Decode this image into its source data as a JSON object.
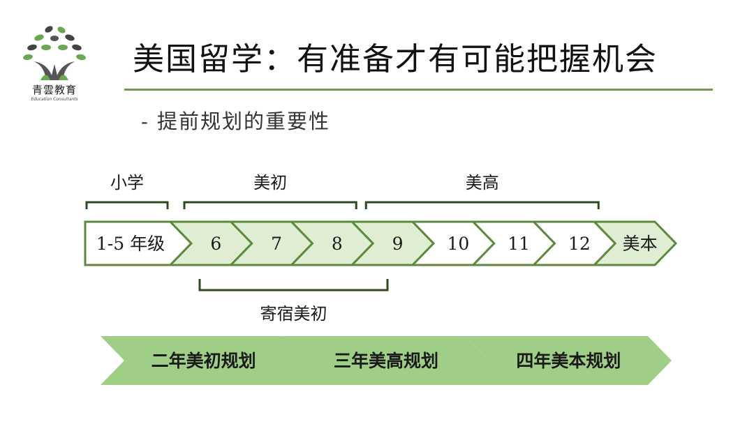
{
  "logo": {
    "name": "青雲教育",
    "subtitle": "Education Consultants"
  },
  "title": "美国留学：有准备才有可能把握机会",
  "subtitle": "- 提前规划的重要性",
  "timeline": {
    "grades": [
      {
        "label": "1-5 年级",
        "filled": false
      },
      {
        "label": "6",
        "filled": true
      },
      {
        "label": "7",
        "filled": true
      },
      {
        "label": "8",
        "filled": true
      },
      {
        "label": "9",
        "filled": true
      },
      {
        "label": "10",
        "filled": false
      },
      {
        "label": "11",
        "filled": false
      },
      {
        "label": "12",
        "filled": false
      },
      {
        "label": "美本",
        "filled": true
      }
    ],
    "top_brackets": [
      {
        "label": "小学",
        "from": 0,
        "to": 0
      },
      {
        "label": "美初",
        "from": 1,
        "to": 3
      },
      {
        "label": "美高",
        "from": 4,
        "to": 7
      }
    ],
    "bottom_bracket": {
      "label": "寄宿美初",
      "from": 1,
      "to": 4
    }
  },
  "plans": [
    {
      "label": "二年美初规划"
    },
    {
      "label": "三年美高规划"
    },
    {
      "label": "四年美本规划"
    }
  ],
  "colors": {
    "accent": "#5b8a3c",
    "light_fill": "#dfeed3",
    "plan_fill": "#9fce86",
    "title_line": "#6f9a4f"
  }
}
